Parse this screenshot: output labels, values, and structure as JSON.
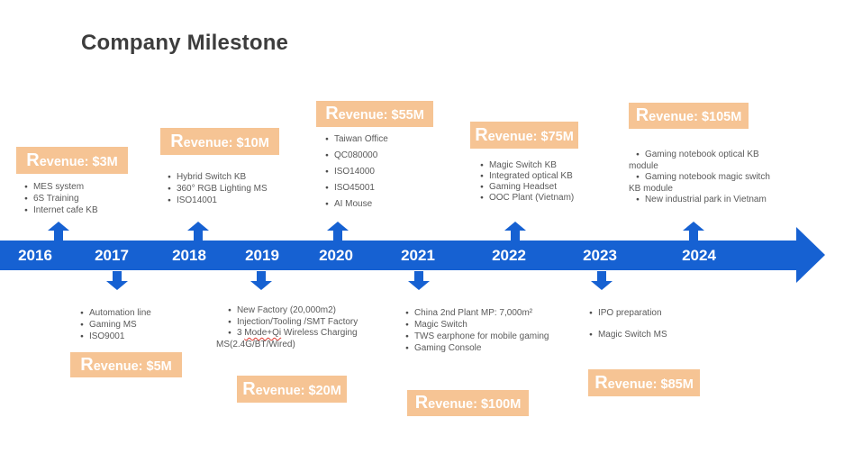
{
  "title": "Company Milestone",
  "ui": {
    "bullet_glyph": "●"
  },
  "colors": {
    "timeline_blue": "#1661D2",
    "badge_bg": "#F6C494",
    "badge_text": "#FFFFFF",
    "body_text": "#5A5A5A",
    "title_text": "#3D3D3D",
    "spellcheck_underline": "#E03A2F"
  },
  "timeline": {
    "years": [
      "2016",
      "2017",
      "2018",
      "2019",
      "2020",
      "2021",
      "2022",
      "2023",
      "2024"
    ]
  },
  "milestones": [
    {
      "year": "2016",
      "side": "above",
      "revenue_label": "Revenue: $3M",
      "items": [
        "MES system",
        "6S Training",
        "Internet cafe KB"
      ]
    },
    {
      "year": "2017",
      "side": "below",
      "revenue_label": "Revenue: $5M",
      "items": [
        "Automation line",
        "Gaming MS",
        "ISO9001"
      ]
    },
    {
      "year": "2018",
      "side": "above",
      "revenue_label": "Revenue: $10M",
      "items": [
        "Hybrid Switch KB",
        "360° RGB Lighting MS",
        "ISO14001"
      ]
    },
    {
      "year": "2019",
      "side": "below",
      "revenue_label": "Revenue: $20M",
      "items": [
        "New Factory (20,000m2)",
        "Injection/Tooling /SMT Factory",
        "3 Mode+Qi Wireless Charging MS(2.4G/BT/Wired)"
      ],
      "spellcheck": {
        "pre": "3 ",
        "marked": "Mode+Qi",
        "post": " Wireless Charging MS(2.4G/BT/Wired)"
      }
    },
    {
      "year": "2020",
      "side": "above",
      "revenue_label": "Revenue: $55M",
      "items": [
        "Taiwan Office",
        "QC080000",
        "ISO14000",
        "ISO45001",
        "AI Mouse"
      ]
    },
    {
      "year": "2021",
      "side": "below",
      "revenue_label": "Revenue: $100M",
      "items": [
        "China 2nd Plant MP: 7,000m²",
        "Magic Switch",
        "TWS earphone for mobile gaming",
        "Gaming Console"
      ]
    },
    {
      "year": "2022",
      "side": "above",
      "revenue_label": "Revenue: $75M",
      "items": [
        "Magic Switch KB",
        "Integrated optical KB",
        "Gaming Headset",
        "OOC Plant (Vietnam)"
      ]
    },
    {
      "year": "2023",
      "side": "below",
      "revenue_label": "Revenue: $85M",
      "items": [
        "IPO preparation",
        "Magic Switch MS"
      ]
    },
    {
      "year": "2024",
      "side": "above",
      "revenue_label": "Revenue: $105M",
      "items": [
        "Gaming notebook optical KB module",
        "Gaming notebook magic switch KB module",
        "New industrial park in Vietnam"
      ]
    }
  ]
}
